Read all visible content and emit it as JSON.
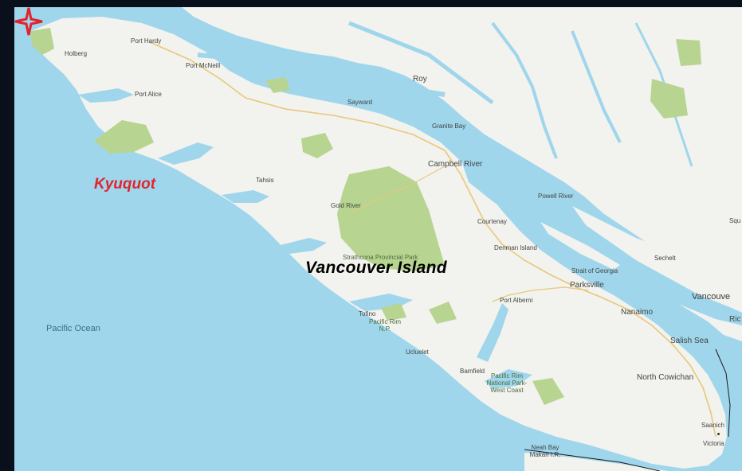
{
  "map": {
    "title": "Vancouver Island",
    "marker": {
      "label": "Kyuquot",
      "icon": "four-point-star-marker-icon",
      "color": "#e0242f"
    },
    "colors": {
      "water": "#9fd6ec",
      "land": "#f2f2ee",
      "park": "#b7d590",
      "road": "#e8c87a",
      "border": "#000000"
    },
    "labels": {
      "port_hardy": "Port Hardy",
      "holberg": "Holberg",
      "port_mcneill": "Port McNeill",
      "port_alice": "Port Alice",
      "roy": "Roy",
      "sayward": "Sayward",
      "granite_bay": "Granite Bay",
      "campbell_river": "Campbell River",
      "tahsis": "Tahsis",
      "gold_river": "Gold River",
      "powell_river": "Powell River",
      "courtenay": "Courtenay",
      "denman_island": "Denman Island",
      "strathcona": "Strathcona Provincial Park",
      "strait_of_georgia": "Strait of Georgia",
      "parksville": "Parksville",
      "sechelt": "Sechelt",
      "port_alberni": "Port Alberni",
      "nanaimo": "Nanaimo",
      "vancouver": "Vancouve",
      "ric": "Ric",
      "pacific_ocean": "Pacific Ocean",
      "tofino": "Tofino",
      "pacific_rim_np": "Pacific Rim N.P.",
      "ucluelet": "Ucluelet",
      "salish_sea": "Salish Sea",
      "bamfield": "Bamfield",
      "pacific_rim_west_coast": "Pacific Rim National Park-West Coast",
      "north_cowichan": "North Cowichan",
      "saanich": "Saanich",
      "victoria": "Victoria",
      "neah_bay": "Neah Bay Makah I.R.",
      "squ": "Squ"
    }
  }
}
